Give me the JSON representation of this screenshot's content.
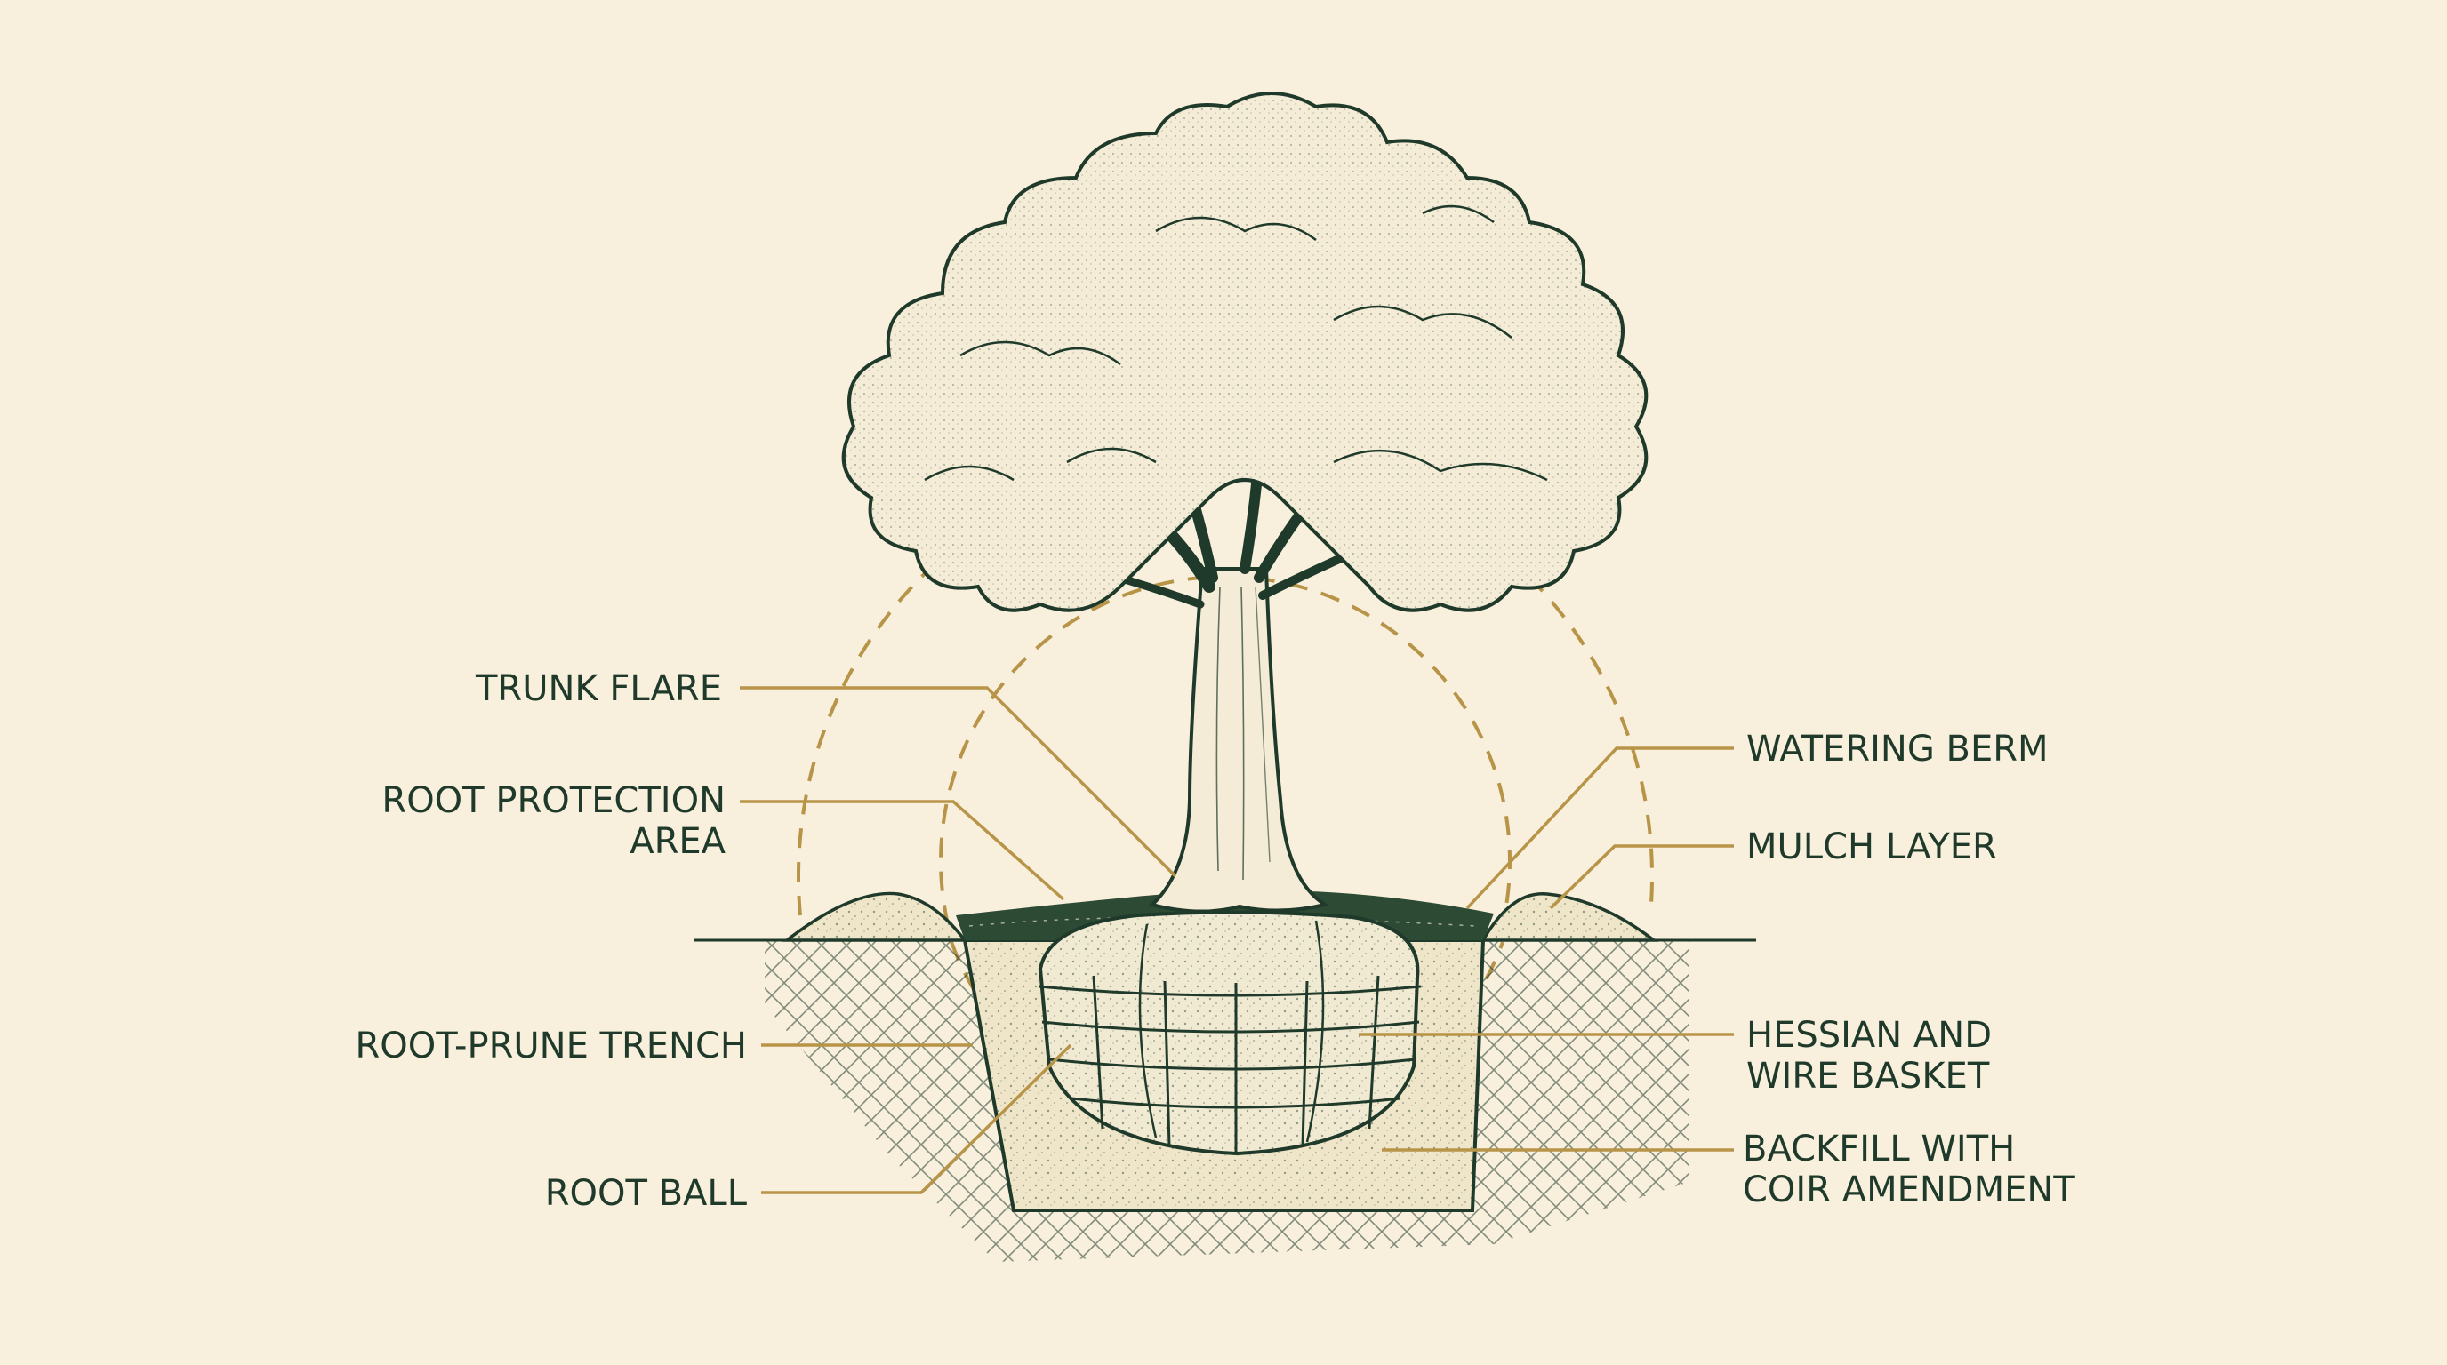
{
  "labels": {
    "trunk_flare": "TRUNK FLARE",
    "root_protection_area": [
      "ROOT PROTECTION",
      "AREA"
    ],
    "root_prune_trench": "ROOT-PRUNE TRENCH",
    "root_ball": "ROOT BALL",
    "watering_berm": "WATERING BERM",
    "mulch_layer": "MULCH LAYER",
    "hessian_wire_basket": [
      "HESSIAN AND",
      "WIRE BASKET"
    ],
    "backfill": [
      "BACKFILL WITH",
      "COIR AMENDMENT"
    ]
  },
  "colors": {
    "paper": "#f8f0dc",
    "ink": "#1f3a2a",
    "leader": "#b89448",
    "label_text": "#1f3a2a",
    "soil_fill": "#efe5c8"
  }
}
